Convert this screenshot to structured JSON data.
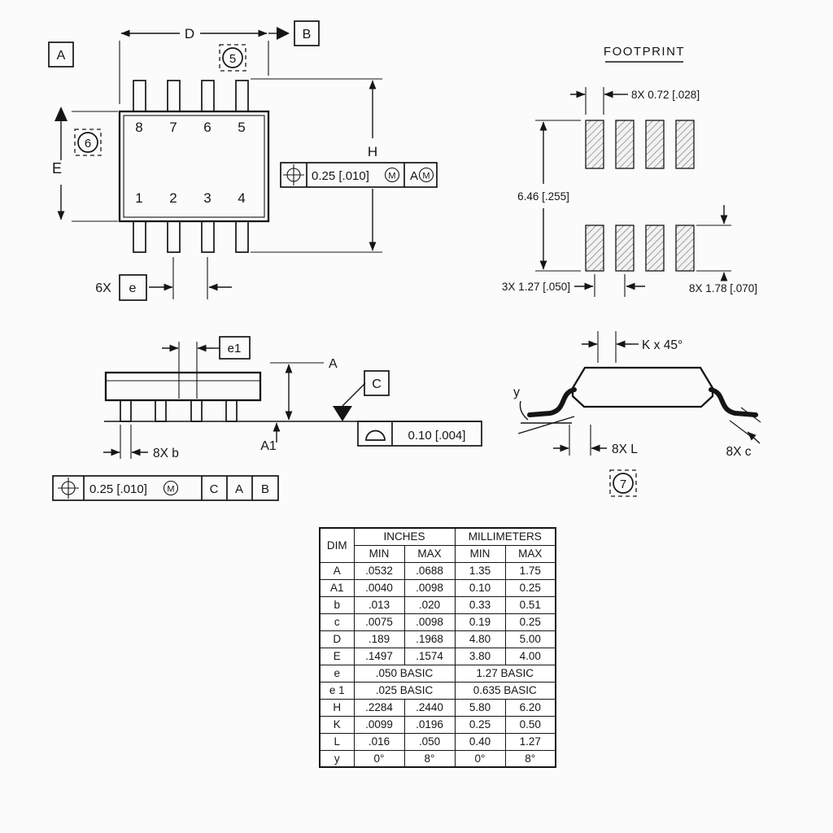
{
  "views": {
    "top": {
      "dim_d_label": "D",
      "dim_e_label": "E",
      "dim_h_label": "H",
      "datum_a": "A",
      "datum_b": "B",
      "flag_5": "5",
      "flag_6": "6",
      "pins_top": [
        "8",
        "7",
        "6",
        "5"
      ],
      "pins_bottom": [
        "1",
        "2",
        "3",
        "4"
      ],
      "pitch_count": "6X",
      "pitch_label": "e",
      "fcf": {
        "tolerance": "0.25 [.010]",
        "modifier": "M",
        "datum": "A",
        "datum_modifier": "M"
      }
    },
    "footprint": {
      "title": "FOOTPRINT",
      "pad_width": "8X 0.72 [.028]",
      "row_span": "6.46 [.255]",
      "pad_pitch": "3X 1.27 [.050]",
      "pad_length": "8X 1.78 [.070]"
    },
    "side": {
      "dim_e1_label": "e1",
      "dim_a_label": "A",
      "dim_a1_label": "A1",
      "datum_c": "C",
      "flatness_tolerance": "0.10 [.004]",
      "lead_width": "8X b",
      "fcf": {
        "tolerance": "0.25 [.010]",
        "modifier": "M",
        "datum1": "C",
        "datum2": "A",
        "datum3": "B"
      }
    },
    "end": {
      "chamfer": "K x 45°",
      "angle_label": "y",
      "foot_length": "8X L",
      "lead_thickness": "8X c",
      "flag_7": "7"
    }
  },
  "table": {
    "headers": {
      "dim": "DIM",
      "inches": "INCHES",
      "millimeters": "MILLIMETERS",
      "min": "MIN",
      "max": "MAX"
    },
    "rows": [
      {
        "dim": "A",
        "in_min": ".0532",
        "in_max": ".0688",
        "mm_min": "1.35",
        "mm_max": "1.75"
      },
      {
        "dim": "A1",
        "in_min": ".0040",
        "in_max": ".0098",
        "mm_min": "0.10",
        "mm_max": "0.25"
      },
      {
        "dim": "b",
        "in_min": ".013",
        "in_max": ".020",
        "mm_min": "0.33",
        "mm_max": "0.51"
      },
      {
        "dim": "c",
        "in_min": ".0075",
        "in_max": ".0098",
        "mm_min": "0.19",
        "mm_max": "0.25"
      },
      {
        "dim": "D",
        "in_min": ".189",
        "in_max": ".1968",
        "mm_min": "4.80",
        "mm_max": "5.00"
      },
      {
        "dim": "E",
        "in_min": ".1497",
        "in_max": ".1574",
        "mm_min": "3.80",
        "mm_max": "4.00"
      },
      {
        "dim": "e",
        "in_basic": ".050 BASIC",
        "mm_basic": "1.27 BASIC"
      },
      {
        "dim": "e 1",
        "in_basic": ".025 BASIC",
        "mm_basic": "0.635 BASIC"
      },
      {
        "dim": "H",
        "in_min": ".2284",
        "in_max": ".2440",
        "mm_min": "5.80",
        "mm_max": "6.20"
      },
      {
        "dim": "K",
        "in_min": ".0099",
        "in_max": ".0196",
        "mm_min": "0.25",
        "mm_max": "0.50"
      },
      {
        "dim": "L",
        "in_min": ".016",
        "in_max": ".050",
        "mm_min": "0.40",
        "mm_max": "1.27"
      },
      {
        "dim": "y",
        "in_min": "0°",
        "in_max": "8°",
        "mm_min": "0°",
        "mm_max": "8°"
      }
    ]
  }
}
